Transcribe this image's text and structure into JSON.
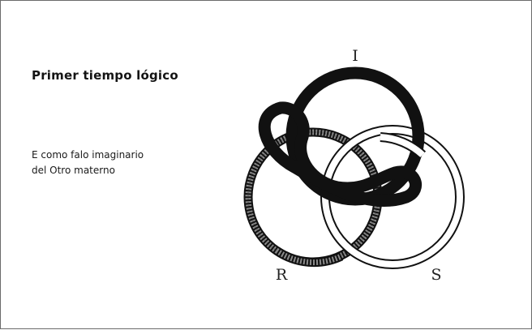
{
  "slide": {
    "title": "Primer tiempo lógico",
    "description": [
      "E como falo imaginario",
      "del Otro materno"
    ]
  },
  "diagram": {
    "labels": {
      "imaginary": "I",
      "real": "R",
      "symbolic": "S"
    },
    "colors": {
      "ink": "#111111",
      "real_ring_fill": "#7d7d7d",
      "symbolic_ring_fill": "#ffffff"
    }
  }
}
